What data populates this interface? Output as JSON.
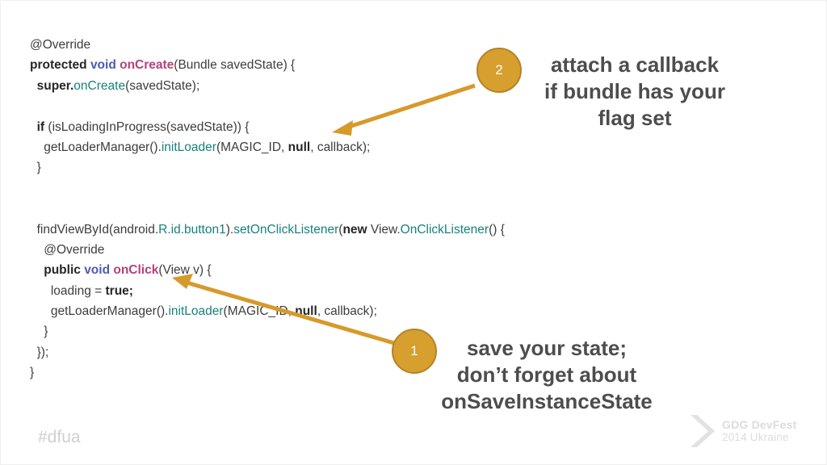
{
  "slide": {
    "background_color": "#ffffff",
    "code_text_color": "#3d3d3d"
  },
  "colors": {
    "accent": "#d69f2e",
    "accent_border": "#b5832a",
    "arrow": "#d69a2b",
    "callout_text": "#4d4d4d",
    "keyword": "#262626",
    "type": "#4b5bb5",
    "method": "#b5417a",
    "teal": "#18817c",
    "footer": "#cfcfcf",
    "logo": "#dcdcdc"
  },
  "code": {
    "lines": [
      {
        "id": "line-override-1",
        "indent": 0,
        "tokens": [
          {
            "t": "@Override",
            "c": "anno"
          }
        ]
      },
      {
        "id": "line-oncreate-sig",
        "indent": 0,
        "tokens": [
          {
            "t": "protected ",
            "c": "kw"
          },
          {
            "t": "void ",
            "c": "type"
          },
          {
            "t": "onCreate",
            "c": "method"
          },
          {
            "t": "(Bundle savedState) {",
            "c": "plain"
          }
        ]
      },
      {
        "id": "line-super-oncreate",
        "indent": 1,
        "tokens": [
          {
            "t": "super.",
            "c": "bold"
          },
          {
            "t": "onCreate",
            "c": "teal"
          },
          {
            "t": "(savedState);",
            "c": "plain"
          }
        ]
      },
      {
        "id": "line-blank-1",
        "indent": 0,
        "tokens": []
      },
      {
        "id": "line-if",
        "indent": 1,
        "tokens": [
          {
            "t": "if ",
            "c": "bold"
          },
          {
            "t": "(isLoadingInProgress(savedState)) {",
            "c": "plain"
          }
        ]
      },
      {
        "id": "line-initloader-1",
        "indent": 2,
        "tokens": [
          {
            "t": "getLoaderManager().",
            "c": "plain"
          },
          {
            "t": "initLoader",
            "c": "teal"
          },
          {
            "t": "(MAGIC_ID, ",
            "c": "plain"
          },
          {
            "t": "null",
            "c": "bold"
          },
          {
            "t": ", callback);",
            "c": "plain"
          }
        ]
      },
      {
        "id": "line-close-if",
        "indent": 1,
        "tokens": [
          {
            "t": "}",
            "c": "plain"
          }
        ]
      },
      {
        "id": "line-blank-2",
        "indent": 0,
        "tokens": []
      },
      {
        "id": "line-blank-3",
        "indent": 0,
        "tokens": []
      },
      {
        "id": "line-findviewbyid",
        "indent": 1,
        "tokens": [
          {
            "t": "findViewById(android.",
            "c": "plain"
          },
          {
            "t": "R.id.button1",
            "c": "teal"
          },
          {
            "t": ").",
            "c": "plain"
          },
          {
            "t": "setOnClickListener",
            "c": "teal"
          },
          {
            "t": "(",
            "c": "plain"
          },
          {
            "t": "new ",
            "c": "bold"
          },
          {
            "t": "View.",
            "c": "plain"
          },
          {
            "t": "OnClickListener",
            "c": "teal"
          },
          {
            "t": "() {",
            "c": "plain"
          }
        ]
      },
      {
        "id": "line-override-2",
        "indent": 2,
        "tokens": [
          {
            "t": "@Override",
            "c": "anno"
          }
        ]
      },
      {
        "id": "line-onclick-sig",
        "indent": 2,
        "tokens": [
          {
            "t": "public ",
            "c": "kw"
          },
          {
            "t": "void ",
            "c": "type"
          },
          {
            "t": "onClick",
            "c": "method"
          },
          {
            "t": "(View v) {",
            "c": "plain"
          }
        ]
      },
      {
        "id": "line-loading-true",
        "indent": 3,
        "tokens": [
          {
            "t": "loading = ",
            "c": "plain"
          },
          {
            "t": "true;",
            "c": "bold"
          }
        ]
      },
      {
        "id": "line-initloader-2",
        "indent": 3,
        "tokens": [
          {
            "t": "getLoaderManager().",
            "c": "plain"
          },
          {
            "t": "initLoader",
            "c": "teal"
          },
          {
            "t": "(MAGIC_ID, ",
            "c": "plain"
          },
          {
            "t": "null",
            "c": "bold"
          },
          {
            "t": ", callback);",
            "c": "plain"
          }
        ]
      },
      {
        "id": "line-close-onclick",
        "indent": 2,
        "tokens": [
          {
            "t": "}",
            "c": "plain"
          }
        ]
      },
      {
        "id": "line-close-listener",
        "indent": 1,
        "tokens": [
          {
            "t": "});",
            "c": "plain"
          }
        ]
      },
      {
        "id": "line-close-method",
        "indent": 0,
        "tokens": [
          {
            "t": "}",
            "c": "plain"
          }
        ]
      }
    ]
  },
  "callouts": [
    {
      "number": "2",
      "text": "attach a callback if bundle has your flag set",
      "lines": [
        "attach a callback",
        "if bundle has your",
        "flag set"
      ]
    },
    {
      "number": "1",
      "text": "save your state; don’t forget about onSaveInstanceState",
      "lines": [
        "save your state;",
        "don’t forget about",
        "onSaveInstanceState"
      ]
    }
  ],
  "footer": {
    "hashtag": "#dfua",
    "logo_line1": "GDG DevFest",
    "logo_line2": "2014 Ukraine"
  }
}
